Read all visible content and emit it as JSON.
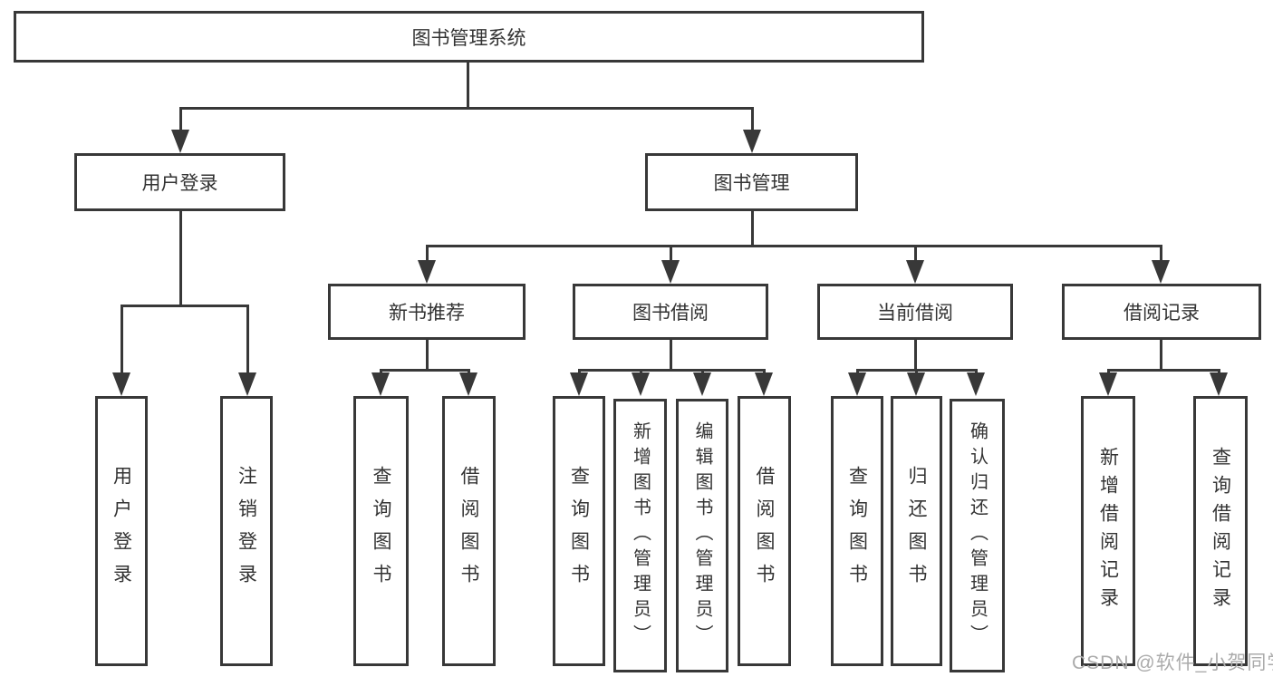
{
  "diagram": {
    "root": {
      "label": "图书管理系统"
    },
    "level2": [
      {
        "label": "用户登录"
      },
      {
        "label": "图书管理"
      }
    ],
    "level3": [
      {
        "label": "新书推荐"
      },
      {
        "label": "图书借阅"
      },
      {
        "label": "当前借阅"
      },
      {
        "label": "借阅记录"
      }
    ],
    "leaves": {
      "user_login": [
        "用户登录",
        "注销登录"
      ],
      "new_book": [
        "查询图书",
        "借阅图书"
      ],
      "book_borrow": [
        "查询图书",
        "新增图书（管理员）",
        "编辑图书（管理员）",
        "借阅图书"
      ],
      "current_borrow": [
        "查询图书",
        "归还图书",
        "确认归还（管理员）"
      ],
      "borrow_records": [
        "新增借阅记录",
        "查询借阅记录"
      ]
    },
    "colors": {
      "line": "#383838",
      "text": "#333333",
      "background": "#ffffff",
      "watermark": "#ababab"
    },
    "watermark": "CSDN @软件_小贺同学"
  }
}
